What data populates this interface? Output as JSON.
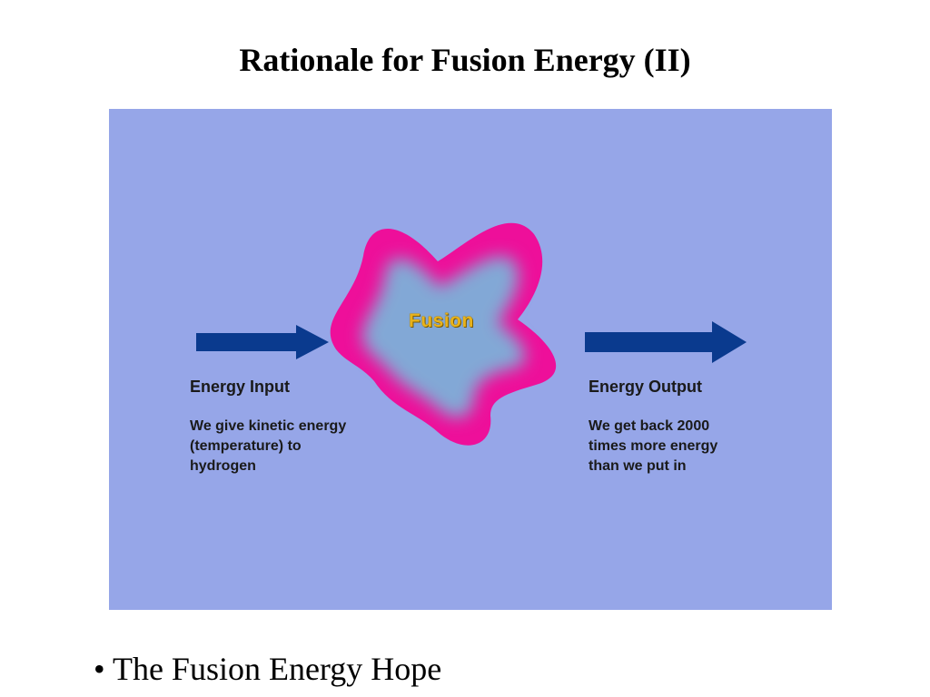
{
  "slide": {
    "title": "Rationale for Fusion Energy (II)",
    "bullet_text": "• The Fusion Energy Hope"
  },
  "diagram": {
    "background_color": "#96a6e8",
    "arrow_color": "#0a3a8e",
    "blob_outer_color": "#ee0f9a",
    "blob_inner_color": "#82a8d6",
    "center_label": "Fusion",
    "input": {
      "heading": "Energy Input",
      "lines": [
        "We give kinetic energy",
        "(temperature) to",
        "hydrogen"
      ]
    },
    "output": {
      "heading": "Energy Output",
      "lines": [
        "We get back 2000",
        "times more energy",
        "than we put in"
      ]
    }
  }
}
